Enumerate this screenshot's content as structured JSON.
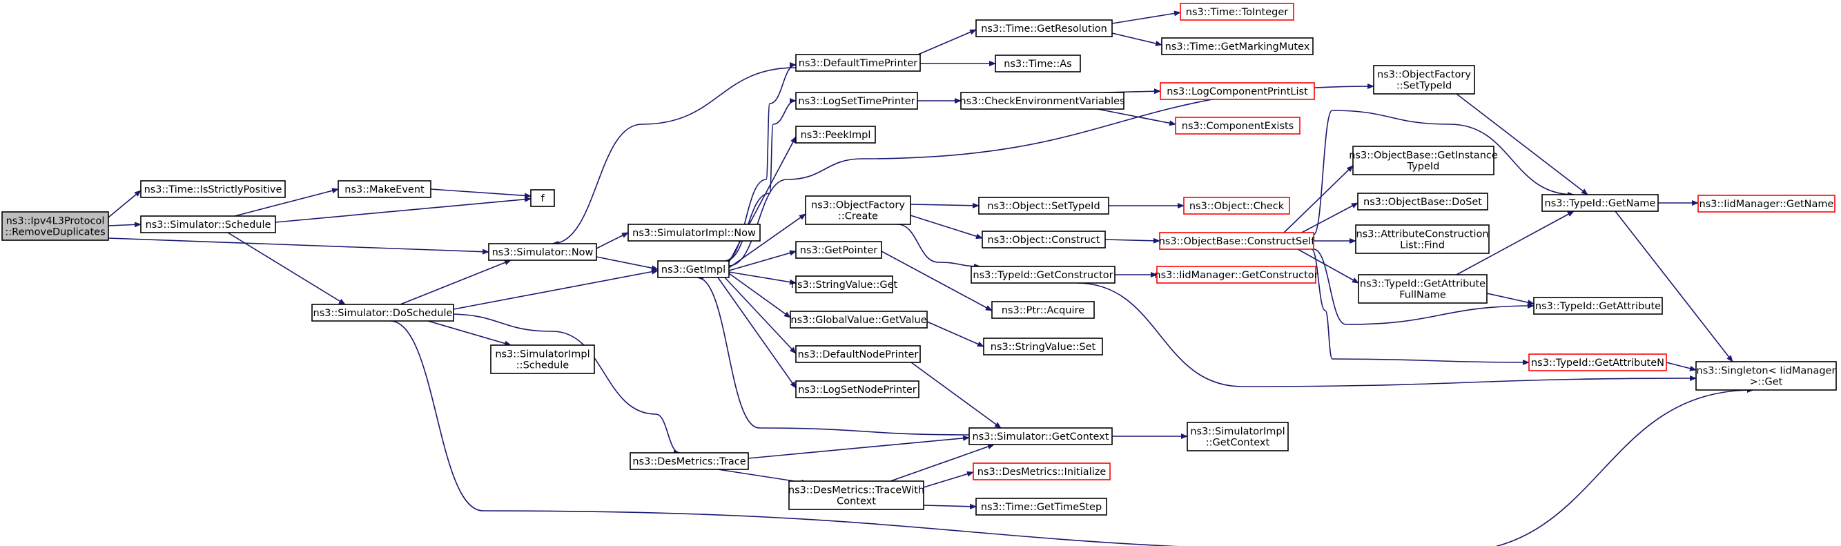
{
  "colors": {
    "edge": "#191970",
    "node_border": "#000000",
    "node_border_incomplete": "#ff0000",
    "node_fill": "#ffffff",
    "root_fill": "#bfbfbf",
    "text": "#000000"
  },
  "nodes": [
    {
      "id": "root",
      "lines": [
        "ns3::Ipv4L3Protocol",
        "::RemoveDuplicates"
      ],
      "style": "root"
    },
    {
      "id": "isStrictlyPositive",
      "lines": [
        "ns3::Time::IsStrictlyPositive"
      ],
      "style": "normal"
    },
    {
      "id": "schedule",
      "lines": [
        "ns3::Simulator::Schedule"
      ],
      "style": "normal"
    },
    {
      "id": "makeEvent",
      "lines": [
        "ns3::MakeEvent"
      ],
      "style": "normal"
    },
    {
      "id": "f",
      "lines": [
        "f"
      ],
      "style": "normal"
    },
    {
      "id": "now",
      "lines": [
        "ns3::Simulator::Now"
      ],
      "style": "normal"
    },
    {
      "id": "doSchedule",
      "lines": [
        "ns3::Simulator::DoSchedule"
      ],
      "style": "normal"
    },
    {
      "id": "simImplNow",
      "lines": [
        "ns3::SimulatorImpl::Now"
      ],
      "style": "normal"
    },
    {
      "id": "simImplSchedule",
      "lines": [
        "ns3::SimulatorImpl",
        "::Schedule"
      ],
      "style": "normal"
    },
    {
      "id": "getImpl",
      "lines": [
        "ns3::GetImpl"
      ],
      "style": "normal"
    },
    {
      "id": "desTrace",
      "lines": [
        "ns3::DesMetrics::Trace"
      ],
      "style": "normal"
    },
    {
      "id": "desTraceWith",
      "lines": [
        "ns3::DesMetrics::TraceWith",
        "Context"
      ],
      "style": "normal"
    },
    {
      "id": "defaultTimePrinter",
      "lines": [
        "ns3::DefaultTimePrinter"
      ],
      "style": "normal"
    },
    {
      "id": "logSetTimePrinter",
      "lines": [
        "ns3::LogSetTimePrinter"
      ],
      "style": "normal"
    },
    {
      "id": "peekImpl",
      "lines": [
        "ns3::PeekImpl"
      ],
      "style": "normal"
    },
    {
      "id": "objFactoryCreate",
      "lines": [
        "ns3::ObjectFactory",
        "::Create"
      ],
      "style": "normal"
    },
    {
      "id": "getPointer",
      "lines": [
        "ns3::GetPointer"
      ],
      "style": "normal"
    },
    {
      "id": "stringValueGet",
      "lines": [
        "ns3::StringValue::Get"
      ],
      "style": "normal"
    },
    {
      "id": "globalValueGetValue",
      "lines": [
        "ns3::GlobalValue::GetValue"
      ],
      "style": "normal"
    },
    {
      "id": "defaultNodePrinter",
      "lines": [
        "ns3::DefaultNodePrinter"
      ],
      "style": "normal"
    },
    {
      "id": "logSetNodePrinter",
      "lines": [
        "ns3::LogSetNodePrinter"
      ],
      "style": "normal"
    },
    {
      "id": "timeGetResolution",
      "lines": [
        "ns3::Time::GetResolution"
      ],
      "style": "normal"
    },
    {
      "id": "timeAs",
      "lines": [
        "ns3::Time::As"
      ],
      "style": "normal"
    },
    {
      "id": "checkEnvVars",
      "lines": [
        "ns3::CheckEnvironmentVariables"
      ],
      "style": "normal"
    },
    {
      "id": "objectSetTypeId",
      "lines": [
        "ns3::Object::SetTypeId"
      ],
      "style": "normal"
    },
    {
      "id": "objectConstruct",
      "lines": [
        "ns3::Object::Construct"
      ],
      "style": "normal"
    },
    {
      "id": "typeIdGetConstructor",
      "lines": [
        "ns3::TypeId::GetConstructor"
      ],
      "style": "normal"
    },
    {
      "id": "ptrAcquire",
      "lines": [
        "ns3::Ptr::Acquire"
      ],
      "style": "normal"
    },
    {
      "id": "stringValueSet",
      "lines": [
        "ns3::StringValue::Set"
      ],
      "style": "normal"
    },
    {
      "id": "simGetContext",
      "lines": [
        "ns3::Simulator::GetContext"
      ],
      "style": "normal"
    },
    {
      "id": "desInitialize",
      "lines": [
        "ns3::DesMetrics::Initialize"
      ],
      "style": "incomplete"
    },
    {
      "id": "timeGetTimeStep",
      "lines": [
        "ns3::Time::GetTimeStep"
      ],
      "style": "normal"
    },
    {
      "id": "timeToInteger",
      "lines": [
        "ns3::Time::ToInteger"
      ],
      "style": "incomplete"
    },
    {
      "id": "timeGetMarkingMutex",
      "lines": [
        "ns3::Time::GetMarkingMutex"
      ],
      "style": "normal"
    },
    {
      "id": "logComponentPrintList",
      "lines": [
        "ns3::LogComponentPrintList"
      ],
      "style": "incomplete"
    },
    {
      "id": "componentExists",
      "lines": [
        "ns3::ComponentExists"
      ],
      "style": "incomplete"
    },
    {
      "id": "objectCheck",
      "lines": [
        "ns3::Object::Check"
      ],
      "style": "incomplete"
    },
    {
      "id": "constructSelf",
      "lines": [
        "ns3::ObjectBase::ConstructSelf"
      ],
      "style": "incomplete"
    },
    {
      "id": "iidGetConstructor",
      "lines": [
        "ns3::IidManager::GetConstructor"
      ],
      "style": "incomplete"
    },
    {
      "id": "simImplGetContext",
      "lines": [
        "ns3::SimulatorImpl",
        "::GetContext"
      ],
      "style": "normal"
    },
    {
      "id": "objFactorySetTypeId",
      "lines": [
        "ns3::ObjectFactory",
        "::SetTypeId"
      ],
      "style": "normal"
    },
    {
      "id": "getInstanceTypeId",
      "lines": [
        "ns3::ObjectBase::GetInstance",
        "TypeId"
      ],
      "style": "normal"
    },
    {
      "id": "objectBaseDoSet",
      "lines": [
        "ns3::ObjectBase::DoSet"
      ],
      "style": "normal"
    },
    {
      "id": "attrConstructionFind",
      "lines": [
        "ns3::AttributeConstruction",
        "List::Find"
      ],
      "style": "normal"
    },
    {
      "id": "typeIdGetAttrFullName",
      "lines": [
        "ns3::TypeId::GetAttribute",
        "FullName"
      ],
      "style": "normal"
    },
    {
      "id": "typeIdGetAttributeN",
      "lines": [
        "ns3::TypeId::GetAttributeN"
      ],
      "style": "incomplete"
    },
    {
      "id": "typeIdGetName",
      "lines": [
        "ns3::TypeId::GetName"
      ],
      "style": "normal"
    },
    {
      "id": "typeIdGetAttribute",
      "lines": [
        "ns3::TypeId::GetAttribute"
      ],
      "style": "normal"
    },
    {
      "id": "singletonGet",
      "lines": [
        "ns3::Singleton< IidManager",
        " >::Get"
      ],
      "style": "normal"
    },
    {
      "id": "iidGetName",
      "lines": [
        "ns3::IidManager::GetName"
      ],
      "style": "incomplete"
    }
  ],
  "edges": [
    {
      "from": "root",
      "to": "isStrictlyPositive"
    },
    {
      "from": "root",
      "to": "schedule"
    },
    {
      "from": "root",
      "to": "now"
    },
    {
      "from": "schedule",
      "to": "makeEvent"
    },
    {
      "from": "schedule",
      "to": "f"
    },
    {
      "from": "schedule",
      "to": "doSchedule"
    },
    {
      "from": "makeEvent",
      "to": "f"
    },
    {
      "from": "doSchedule",
      "to": "now"
    },
    {
      "from": "doSchedule",
      "to": "getImpl"
    },
    {
      "from": "doSchedule",
      "to": "simImplSchedule"
    },
    {
      "from": "doSchedule",
      "to": "desTrace"
    },
    {
      "from": "doSchedule",
      "to": "singletonGet"
    },
    {
      "from": "now",
      "to": "simImplNow"
    },
    {
      "from": "now",
      "to": "getImpl"
    },
    {
      "from": "getImpl",
      "to": "defaultTimePrinter"
    },
    {
      "from": "getImpl",
      "to": "logSetTimePrinter"
    },
    {
      "from": "getImpl",
      "to": "peekImpl"
    },
    {
      "from": "getImpl",
      "to": "objFactorySetTypeId"
    },
    {
      "from": "getImpl",
      "to": "objFactoryCreate"
    },
    {
      "from": "getImpl",
      "to": "getPointer"
    },
    {
      "from": "getImpl",
      "to": "stringValueGet"
    },
    {
      "from": "getImpl",
      "to": "globalValueGetValue"
    },
    {
      "from": "getImpl",
      "to": "defaultNodePrinter"
    },
    {
      "from": "getImpl",
      "to": "logSetNodePrinter"
    },
    {
      "from": "defaultTimePrinter",
      "to": "now"
    },
    {
      "from": "defaultTimePrinter",
      "to": "timeGetResolution"
    },
    {
      "from": "defaultTimePrinter",
      "to": "timeAs"
    },
    {
      "from": "timeGetResolution",
      "to": "timeToInteger"
    },
    {
      "from": "timeGetResolution",
      "to": "timeGetMarkingMutex"
    },
    {
      "from": "logSetTimePrinter",
      "to": "checkEnvVars"
    },
    {
      "from": "checkEnvVars",
      "to": "logComponentPrintList"
    },
    {
      "from": "checkEnvVars",
      "to": "componentExists"
    },
    {
      "from": "objFactoryCreate",
      "to": "objectSetTypeId"
    },
    {
      "from": "objFactoryCreate",
      "to": "objectConstruct"
    },
    {
      "from": "objFactoryCreate",
      "to": "typeIdGetConstructor"
    },
    {
      "from": "objectSetTypeId",
      "to": "objectCheck"
    },
    {
      "from": "objectConstruct",
      "to": "constructSelf"
    },
    {
      "from": "typeIdGetConstructor",
      "to": "iidGetConstructor"
    },
    {
      "from": "typeIdGetConstructor",
      "to": "singletonGet"
    },
    {
      "from": "getPointer",
      "to": "ptrAcquire"
    },
    {
      "from": "globalValueGetValue",
      "to": "stringValueSet"
    },
    {
      "from": "defaultNodePrinter",
      "to": "simGetContext"
    },
    {
      "from": "desTrace",
      "to": "simGetContext"
    },
    {
      "from": "desTrace",
      "to": "desTraceWith"
    },
    {
      "from": "desTraceWith",
      "to": "simGetContext"
    },
    {
      "from": "desTraceWith",
      "to": "desInitialize"
    },
    {
      "from": "desTraceWith",
      "to": "timeGetTimeStep"
    },
    {
      "from": "simGetContext",
      "to": "getImpl"
    },
    {
      "from": "simGetContext",
      "to": "simImplGetContext"
    },
    {
      "from": "constructSelf",
      "to": "getInstanceTypeId"
    },
    {
      "from": "constructSelf",
      "to": "objectBaseDoSet"
    },
    {
      "from": "constructSelf",
      "to": "attrConstructionFind"
    },
    {
      "from": "constructSelf",
      "to": "typeIdGetAttrFullName"
    },
    {
      "from": "constructSelf",
      "to": "typeIdGetAttributeN"
    },
    {
      "from": "constructSelf",
      "to": "typeIdGetName"
    },
    {
      "from": "constructSelf",
      "to": "typeIdGetAttribute"
    },
    {
      "from": "objFactorySetTypeId",
      "to": "typeIdGetName"
    },
    {
      "from": "typeIdGetAttrFullName",
      "to": "typeIdGetName"
    },
    {
      "from": "typeIdGetAttrFullName",
      "to": "typeIdGetAttribute"
    },
    {
      "from": "typeIdGetAttributeN",
      "to": "singletonGet"
    },
    {
      "from": "typeIdGetName",
      "to": "iidGetName"
    },
    {
      "from": "typeIdGetName",
      "to": "singletonGet"
    }
  ]
}
